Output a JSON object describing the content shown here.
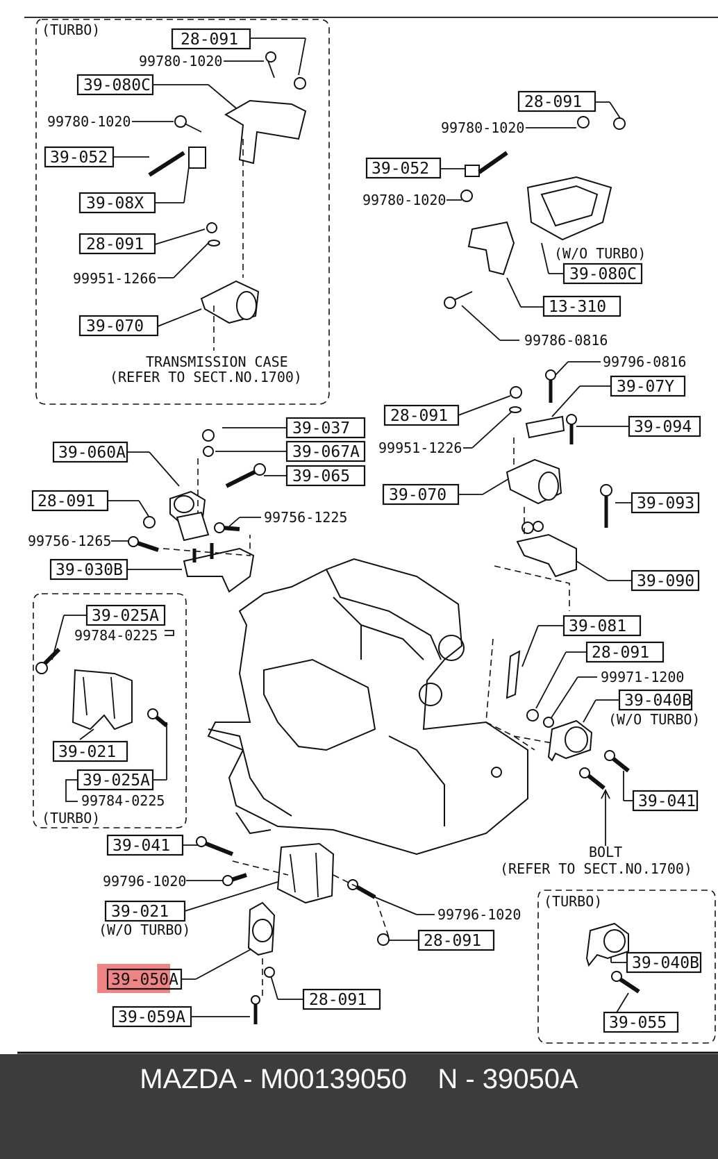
{
  "labels": {
    "turbo_top": "(TURBO)",
    "pn_28091_a": "28-091",
    "pn_99780_a": "99780-1020",
    "pn_39080c_a": "39-080C",
    "pn_99780_b": "99780-1020",
    "pn_39052_a": "39-052",
    "pn_3908x": "39-08X",
    "pn_28091_b": "28-091",
    "pn_99951_1266": "99951-1266",
    "pn_39070_a": "39-070",
    "transmission_1": "TRANSMISSION CASE",
    "transmission_2": "(REFER TO SECT.NO.1700)",
    "pn_28091_c": "28-091",
    "pn_99780_c": "99780-1020",
    "pn_39052_b": "39-052",
    "pn_99780_d": "99780-1020",
    "wo_turbo_1": "(W/O TURBO)",
    "pn_39080c_b": "39-080C",
    "pn_13310": "13-310",
    "pn_99786_0816": "99786-0816",
    "pn_99796_0816": "99796-0816",
    "pn_3907y": "39-07Y",
    "pn_28091_d": "28-091",
    "pn_99951_1226": "99951-1226",
    "pn_39094": "39-094",
    "pn_39070_b": "39-070",
    "pn_39093": "39-093",
    "pn_39090": "39-090",
    "pn_39037": "39-037",
    "pn_39067a": "39-067A",
    "pn_39060a": "39-060A",
    "pn_39065": "39-065",
    "pn_28091_e": "28-091",
    "pn_99756_1225": "99756-1225",
    "pn_99756_1265": "99756-1265",
    "pn_39030b": "39-030B",
    "pn_39025a_a": "39-025A",
    "pn_99784_a": "99784-0225",
    "pn_39021_a": "39-021",
    "pn_39025a_b": "39-025A",
    "pn_99784_b": "99784-0225",
    "turbo_left": "(TURBO)",
    "pn_39081": "39-081",
    "pn_28091_f": "28-091",
    "pn_99971_1200": "99971-1200",
    "pn_39040b_a": "39-040B",
    "wo_turbo_2": "(W/O TURBO)",
    "pn_39041_a": "39-041",
    "bolt_1": "BOLT",
    "bolt_2": "(REFER TO SECT.NO.1700)",
    "pn_39041_b": "39-041",
    "pn_99796_1020_a": "99796-1020",
    "pn_39021_b": "39-021",
    "wo_turbo_3": "(W/O TURBO)",
    "pn_99796_1020_b": "99796-1020",
    "pn_28091_g": "28-091",
    "pn_39050a": "39-050A",
    "pn_28091_h": "28-091",
    "pn_39059a": "39-059A",
    "turbo_right": "(TURBO)",
    "pn_39040b_b": "39-040B",
    "pn_39055": "39-055"
  },
  "highlight_color": "#e85b5b",
  "caption": {
    "text": "MAZDA - M00139050    N - 39050A"
  }
}
